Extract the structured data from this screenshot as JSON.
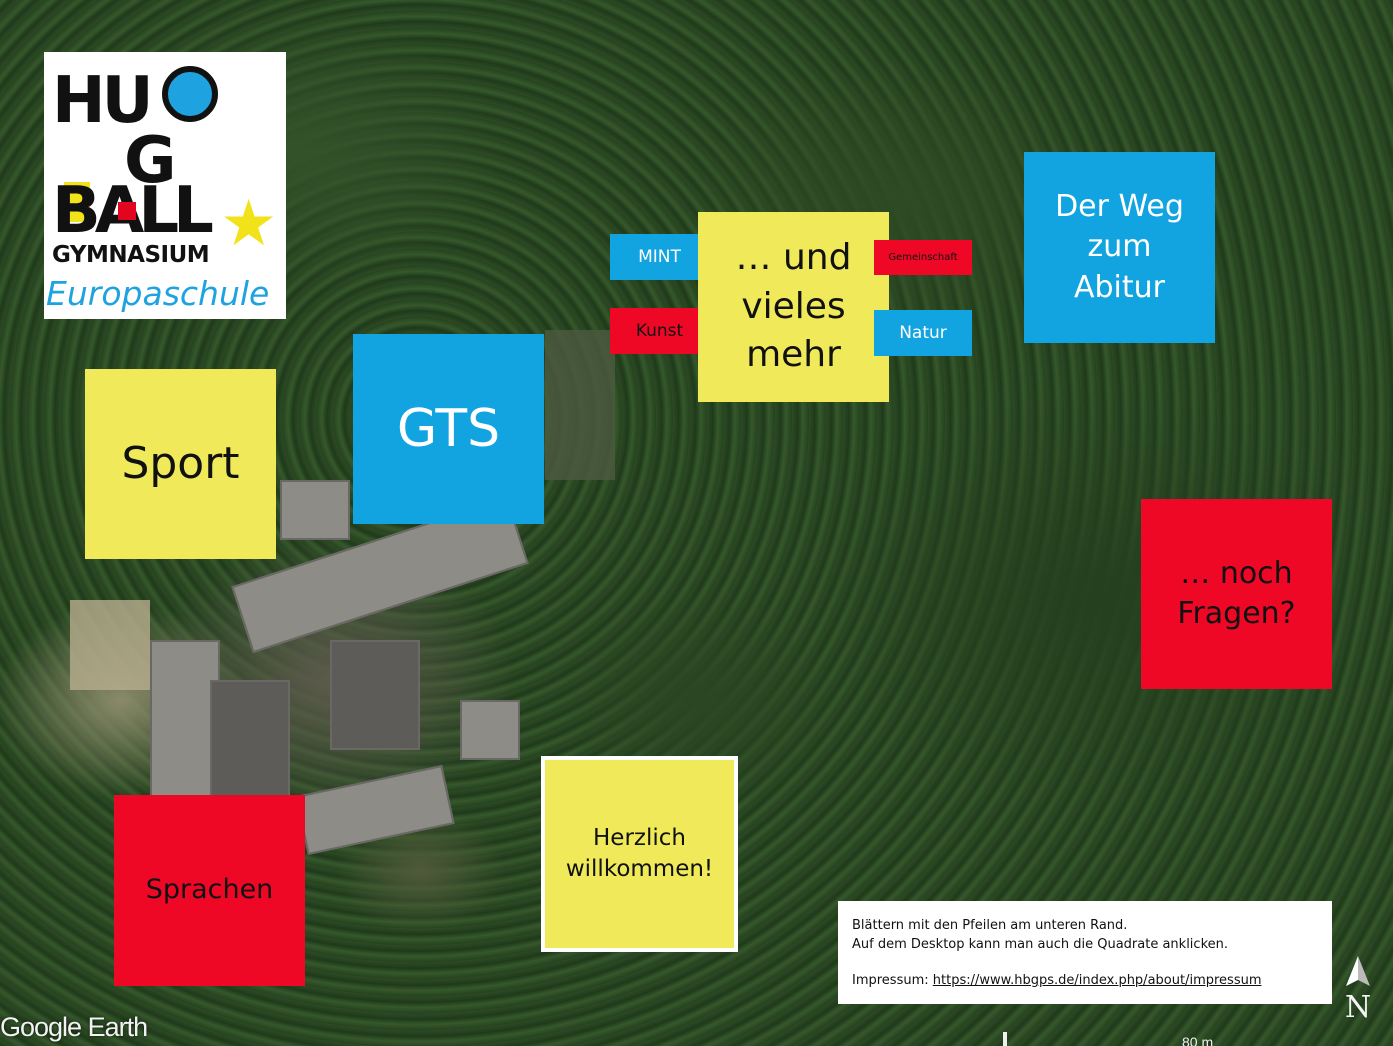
{
  "tiles": {
    "sport": "Sport",
    "gts": "GTS",
    "mint": "MINT",
    "kunst": "Kunst",
    "vieles_line1": "… und",
    "vieles_line2": "vieles",
    "vieles_line3": "mehr",
    "gemeinschaft": "Gemeinschaft",
    "natur": "Natur",
    "abitur_line1": "Der Weg",
    "abitur_line2": "zum",
    "abitur_line3": "Abitur",
    "fragen_line1": "… noch",
    "fragen_line2": "Fragen?",
    "sprachen": "Sprachen",
    "willkommen_line1": "Herzlich",
    "willkommen_line2": "willkommen!"
  },
  "logo": {
    "letters_h": "HU",
    "letters_g": "G",
    "letters_b": "BALL",
    "gymnasium": "GYMNASIUM",
    "europaschule": "Europaschule"
  },
  "info": {
    "line1": "Blättern mit den Pfeilen am unteren Rand.",
    "line2": "Auf dem Desktop kann man auch die Quadrate anklicken.",
    "impressum_label": "Impressum: ",
    "impressum_link": "https://www.hbgps.de/index.php/about/impressum"
  },
  "map": {
    "provider": "Google Earth",
    "scale": "80 m",
    "north_label": "N"
  },
  "colors": {
    "yellow": "#f0ea5a",
    "blue": "#12a4e0",
    "red": "#ef0826"
  }
}
